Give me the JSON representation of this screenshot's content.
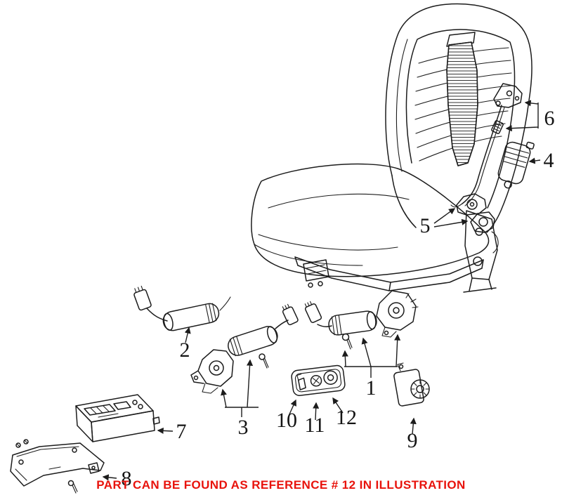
{
  "illustration": {
    "callouts": {
      "c1": {
        "label": "1"
      },
      "c2": {
        "label": "2"
      },
      "c3": {
        "label": "3"
      },
      "c4": {
        "label": "4"
      },
      "c5": {
        "label": "5"
      },
      "c6": {
        "label": "6"
      },
      "c7": {
        "label": "7"
      },
      "c8": {
        "label": "8"
      },
      "c9": {
        "label": "9"
      },
      "c10": {
        "label": "10"
      },
      "c11": {
        "label": "11"
      },
      "c12": {
        "label": "12"
      }
    },
    "notice": {
      "text": "PART CAN BE FOUND AS REFERENCE # 12 IN ILLUSTRATION",
      "color": "#e8130c"
    },
    "colors": {
      "line": "#1c1c1c",
      "background": "#ffffff"
    }
  }
}
